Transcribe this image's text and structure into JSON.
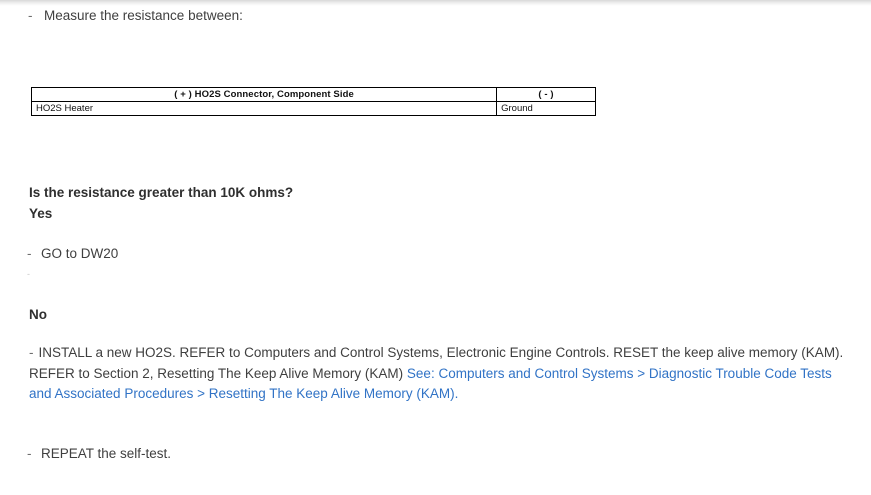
{
  "page": {
    "bullet_marker": "-"
  },
  "steps": {
    "measure": {
      "marker": "-",
      "text": "Measure the resistance between:"
    },
    "goto": {
      "marker": "-",
      "text": "GO to DW20"
    },
    "empty_bullet": {
      "marker": "-",
      "text": ""
    },
    "repeat": {
      "marker": "-",
      "text": "REPEAT the self-test."
    }
  },
  "table": {
    "headers": [
      "( + ) HO2S Connector, Component Side",
      "( - )"
    ],
    "rows": [
      [
        "HO2S Heater",
        "Ground"
      ]
    ]
  },
  "question": {
    "prompt": "Is the resistance greater than 10K ohms?",
    "yes_label": "Yes",
    "no_label": "No"
  },
  "install": {
    "marker": "-",
    "text_before_link": "INSTALL a new HO2S. REFER to Computers and Control Systems, Electronic Engine Controls. RESET the keep alive memory (KAM). REFER to Section 2, Resetting The Keep Alive Memory (KAM)",
    "link_text": "See: Computers and Control Systems > Diagnostic Trouble Code Tests and Associated Procedures > Resetting The Keep Alive Memory (KAM).",
    "link_color": "#3173c6"
  }
}
